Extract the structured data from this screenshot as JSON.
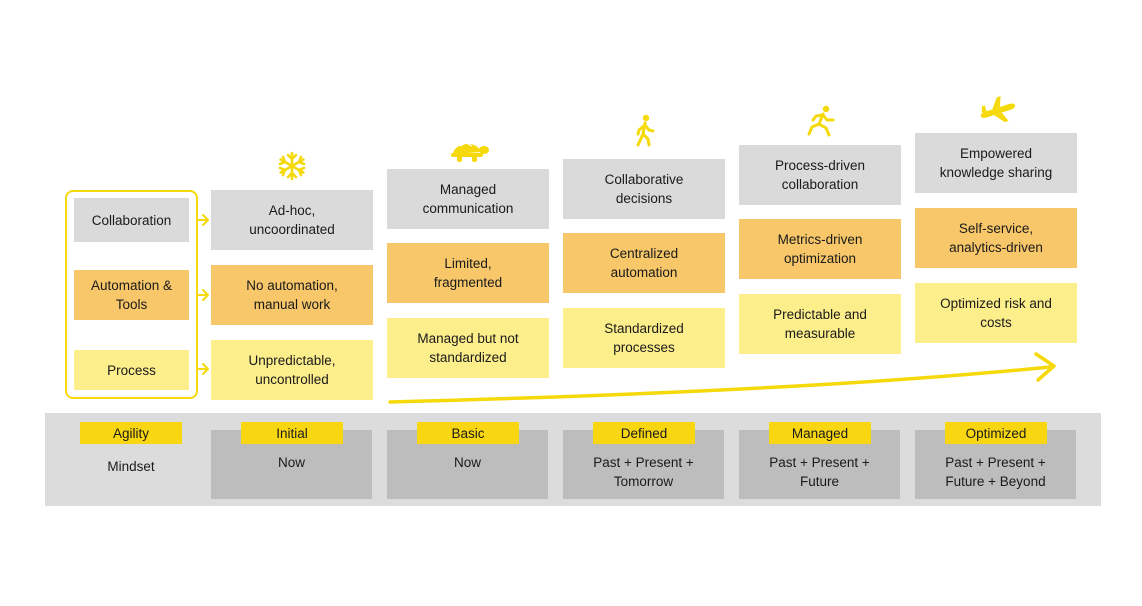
{
  "categories": {
    "collaboration": "Collaboration",
    "automation": "Automation &\nTools",
    "process": "Process"
  },
  "agility": {
    "tag": "Agility",
    "label": "Mindset"
  },
  "stages": [
    {
      "name": "Initial",
      "horizon": "Now",
      "icon": "snowflake-icon",
      "collaboration": "Ad-hoc,\nuncoordinated",
      "automation": "No automation,\nmanual work",
      "process": "Unpredictable,\nuncontrolled"
    },
    {
      "name": "Basic",
      "horizon": "Now",
      "icon": "turtle-icon",
      "collaboration": "Managed\ncommunication",
      "automation": "Limited,\nfragmented",
      "process": "Managed but not\nstandardized"
    },
    {
      "name": "Defined",
      "horizon": "Past + Present +\nTomorrow",
      "icon": "walking-person-icon",
      "collaboration": "Collaborative\ndecisions",
      "automation": "Centralized\nautomation",
      "process": "Standardized\nprocesses"
    },
    {
      "name": "Managed",
      "horizon": "Past + Present +\nFuture",
      "icon": "running-person-icon",
      "collaboration": "Process-driven\ncollaboration",
      "automation": "Metrics-driven\noptimization",
      "process": "Predictable and\nmeasurable"
    },
    {
      "name": "Optimized",
      "horizon": "Past + Present +\nFuture + Beyond",
      "icon": "airplane-icon",
      "collaboration": "Empowered\nknowledge sharing",
      "automation": "Self-service,\nanalytics-driven",
      "process": "Optimized risk and\ncosts"
    }
  ],
  "colors": {
    "gray": "#dadada",
    "orange": "#f7c76a",
    "yellow": "#fdee8c",
    "accent": "#f8d712",
    "stage_gray": "#bdbdbd",
    "band": "#dcdcdc"
  }
}
